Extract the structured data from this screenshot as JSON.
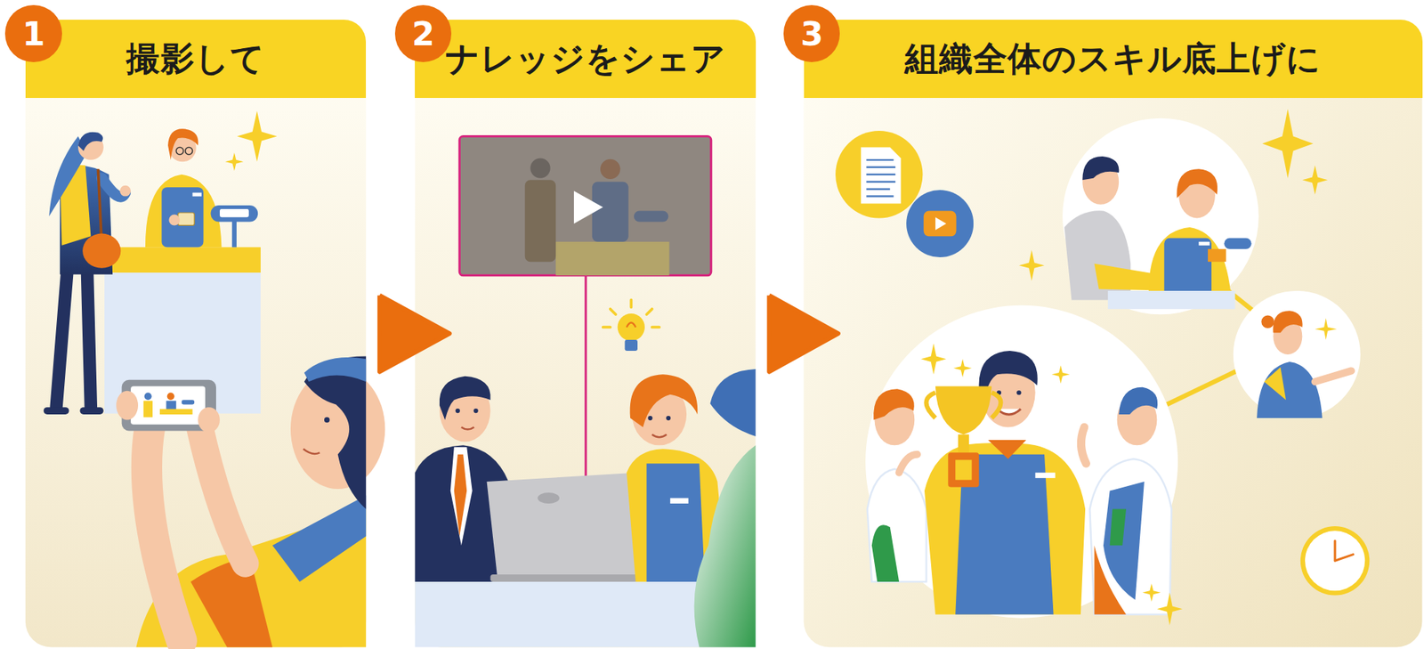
{
  "diagram": {
    "nodes": [
      {
        "text": [
          "1"
        ]
      },
      {
        "text": [
          "撮影して"
        ]
      },
      {
        "text": [
          "2"
        ]
      },
      {
        "text": [
          "ナレッジをシェア"
        ]
      },
      {
        "text": [
          "3"
        ]
      },
      {
        "text": [
          "組織全体のスキル底上げに"
        ]
      }
    ],
    "edges": [
      {
        "from": 1,
        "to": 3,
        "arrow": "to"
      },
      {
        "from": 3,
        "to": 5,
        "arrow": "to"
      }
    ]
  }
}
